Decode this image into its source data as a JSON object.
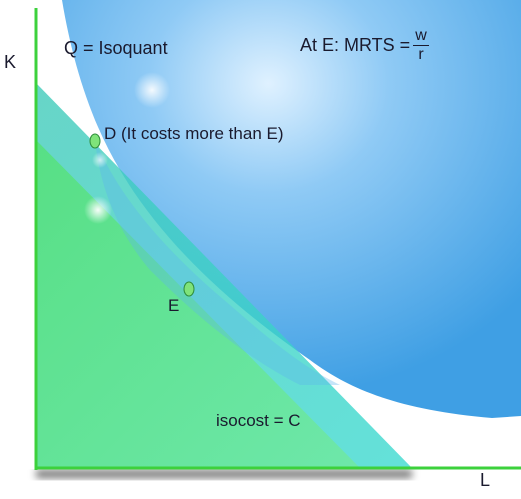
{
  "diagram": {
    "axes": {
      "y_label": "K",
      "x_label": "L"
    },
    "labels": {
      "isoquant": "Q = Isoquant",
      "equilibrium_prefix": "At E: MRTS =",
      "mrts_numerator": "w",
      "mrts_denominator": "r",
      "point_d": "D (It costs more than E)",
      "point_e": "E",
      "isocost": "isocost = C"
    },
    "colors": {
      "isoquant_fill": "#5bb4ee",
      "isocost_inner": "#66e596",
      "isocost_outer": "#40cfc8",
      "axis": "#3cd13c",
      "point": "#7fe37a"
    }
  }
}
